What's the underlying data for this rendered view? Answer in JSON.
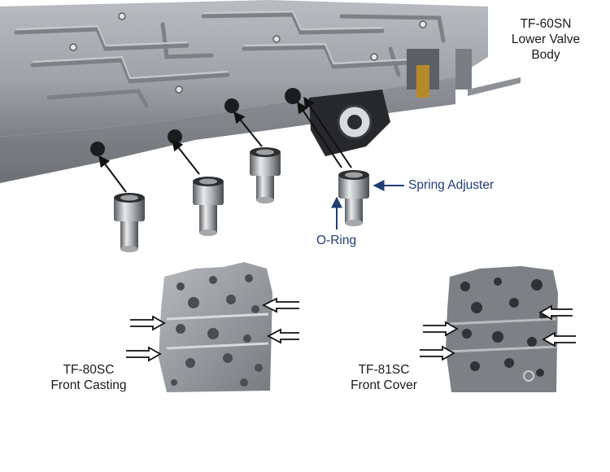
{
  "labels": {
    "main_line1": "TF-60SN",
    "main_line2": "Lower Valve",
    "main_line3": "Body",
    "spring_adjuster": "Spring Adjuster",
    "o_ring": "O-Ring",
    "left_line1": "TF-80SC",
    "left_line2": "Front Casting",
    "right_line1": "TF-81SC",
    "right_line2": "Front Cover"
  },
  "colors": {
    "callout_arrow": "#1f3f73",
    "casting": "#a7abaf",
    "casting_dark": "#6c7075",
    "metal": "#c9cccf"
  }
}
